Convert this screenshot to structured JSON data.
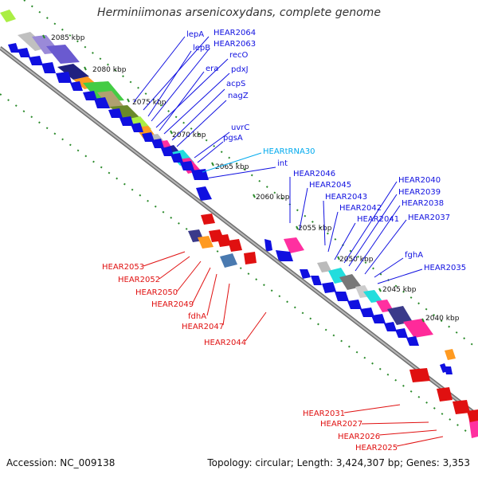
{
  "title": "Herminiimonas arsenicoxydans, complete genome",
  "footer": {
    "accession": "Accession: NC_009138",
    "summary": "Topology: circular; Length: 3,424,307 bp; Genes: 3,353"
  },
  "colors": {
    "plus_strand": "#1010e0",
    "minus_strand": "#e01010",
    "trna_label": "#00aaee",
    "backbone": "#808080",
    "scale_dots": "#2a8a2a"
  },
  "ticks": [
    "2085 kbp",
    "2080 kbp",
    "2075 kbp",
    "2070 kbp",
    "2065 kbp",
    "2060 kbp",
    "2055 kbp",
    "2050 kbp",
    "2045 kbp",
    "2040 kbp"
  ],
  "plus_labels": [
    "lepA",
    "HEAR2064",
    "lepB",
    "HEAR2063",
    "recO",
    "era",
    "pdxJ",
    "acpS",
    "nagZ",
    "uvrC",
    "pgsA",
    "HEARtRNA30",
    "int",
    "HEAR2046",
    "HEAR2045",
    "HEAR2043",
    "HEAR2042",
    "HEAR2041",
    "HEAR2040",
    "HEAR2039",
    "HEAR2038",
    "HEAR2037",
    "fghA",
    "HEAR2035"
  ],
  "minus_labels": [
    "HEAR2053",
    "HEAR2052",
    "HEAR2050",
    "HEAR2049",
    "fdhA",
    "HEAR2047",
    "HEAR2044",
    "HEAR2031",
    "HEAR2027",
    "HEAR2026",
    "HEAR2025"
  ]
}
